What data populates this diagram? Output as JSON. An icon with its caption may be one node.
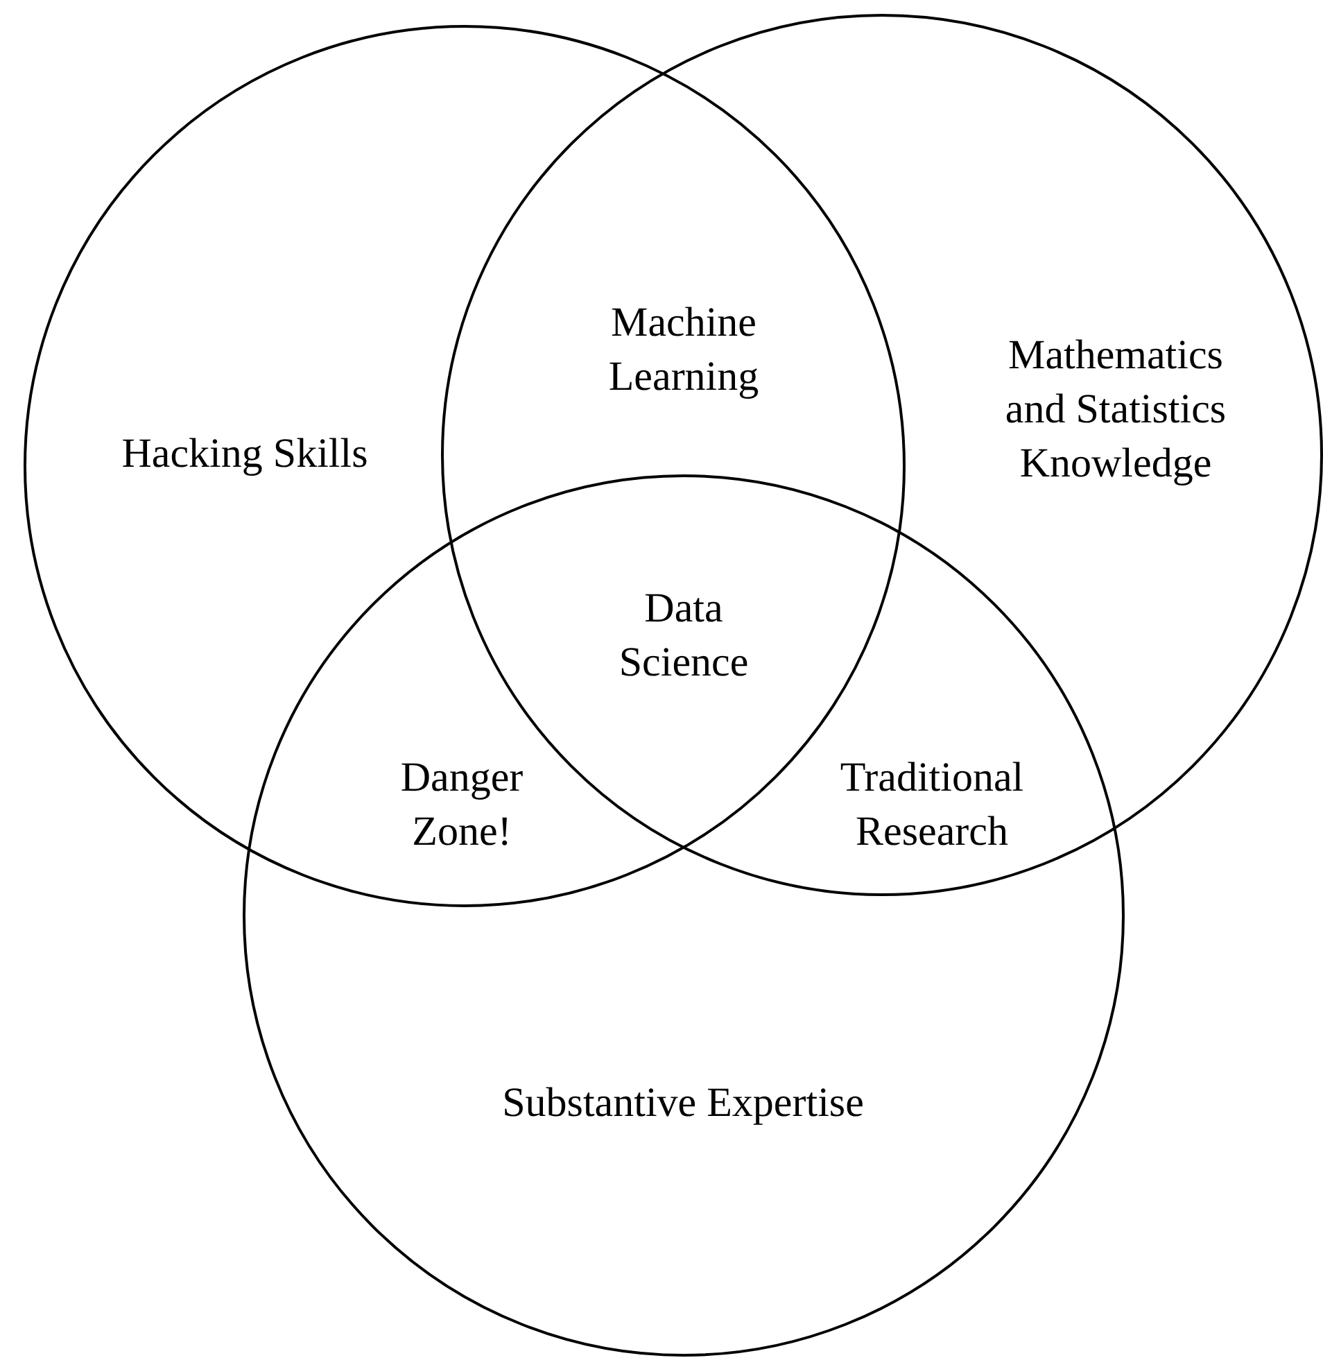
{
  "diagram": {
    "nodes": [
      {
        "text": [
          "Hacking Skills"
        ]
      },
      {
        "text": [
          "Mathematics and Statistics Knowledge"
        ]
      },
      {
        "text": [
          "Substantive Expertise"
        ]
      }
    ],
    "labels": [
      "Machine Learning",
      "Data Science",
      "Danger Zone!",
      "Traditional Research"
    ]
  }
}
